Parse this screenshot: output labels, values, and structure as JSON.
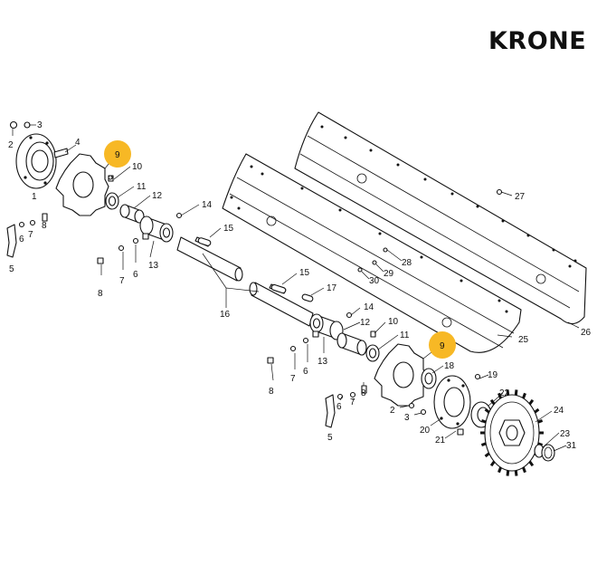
{
  "brand": {
    "name": "KRONE"
  },
  "colors": {
    "highlight": "#f7b825",
    "line": "#111111",
    "background": "#ffffff"
  },
  "highlighted_part": "9",
  "callouts": [
    {
      "id": "c1",
      "label": "1"
    },
    {
      "id": "c2a",
      "label": "2"
    },
    {
      "id": "c3a",
      "label": "3"
    },
    {
      "id": "c4",
      "label": "4"
    },
    {
      "id": "c9a",
      "label": "9"
    },
    {
      "id": "c10a",
      "label": "10"
    },
    {
      "id": "c11a",
      "label": "11"
    },
    {
      "id": "c12a",
      "label": "12"
    },
    {
      "id": "c14a",
      "label": "14"
    },
    {
      "id": "c15a",
      "label": "15"
    },
    {
      "id": "c13a",
      "label": "13"
    },
    {
      "id": "c5a",
      "label": "5"
    },
    {
      "id": "c6a",
      "label": "6"
    },
    {
      "id": "c7a",
      "label": "7"
    },
    {
      "id": "c8a",
      "label": "8"
    },
    {
      "id": "c6b",
      "label": "6"
    },
    {
      "id": "c7b",
      "label": "7"
    },
    {
      "id": "c8b",
      "label": "8"
    },
    {
      "id": "c16",
      "label": "16"
    },
    {
      "id": "c15b",
      "label": "15"
    },
    {
      "id": "c17",
      "label": "17"
    },
    {
      "id": "c14b",
      "label": "14"
    },
    {
      "id": "c12b",
      "label": "12"
    },
    {
      "id": "c10b",
      "label": "10"
    },
    {
      "id": "c11b",
      "label": "11"
    },
    {
      "id": "c13b",
      "label": "13"
    },
    {
      "id": "c9b",
      "label": "9"
    },
    {
      "id": "c18",
      "label": "18"
    },
    {
      "id": "c19",
      "label": "19"
    },
    {
      "id": "c22",
      "label": "22"
    },
    {
      "id": "c24",
      "label": "24"
    },
    {
      "id": "c23",
      "label": "23"
    },
    {
      "id": "c31",
      "label": "31"
    },
    {
      "id": "c21",
      "label": "21"
    },
    {
      "id": "c20",
      "label": "20"
    },
    {
      "id": "c2b",
      "label": "2"
    },
    {
      "id": "c3b",
      "label": "3"
    },
    {
      "id": "c5b",
      "label": "5"
    },
    {
      "id": "c6c",
      "label": "6"
    },
    {
      "id": "c7c",
      "label": "7"
    },
    {
      "id": "c8c",
      "label": "8"
    },
    {
      "id": "c6d",
      "label": "6"
    },
    {
      "id": "c7d",
      "label": "7"
    },
    {
      "id": "c8d",
      "label": "8"
    },
    {
      "id": "c25",
      "label": "25"
    },
    {
      "id": "c26",
      "label": "26"
    },
    {
      "id": "c27",
      "label": "27"
    },
    {
      "id": "c28",
      "label": "28"
    },
    {
      "id": "c29",
      "label": "29"
    },
    {
      "id": "c30",
      "label": "30"
    }
  ]
}
